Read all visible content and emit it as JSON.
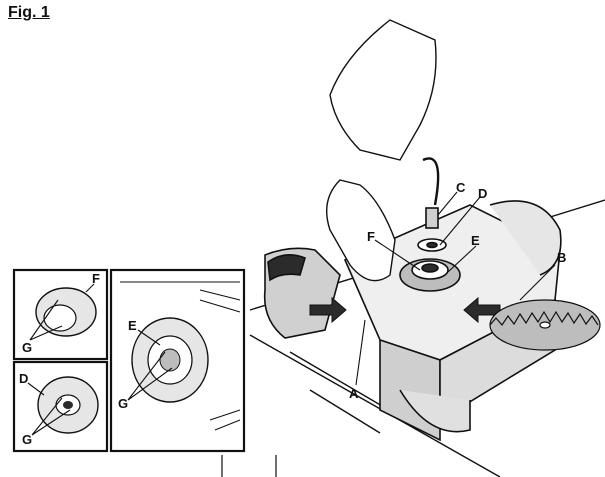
{
  "figure": {
    "title": "Fig. 1"
  },
  "callouts": {
    "A": "A",
    "B": "B",
    "C": "C",
    "D": "D",
    "E": "E",
    "F": "F"
  },
  "insets": {
    "top_left": {
      "labels": [
        "F",
        "G"
      ]
    },
    "bottom_left": {
      "labels": [
        "D",
        "G"
      ]
    },
    "right": {
      "labels": [
        "E",
        "G"
      ]
    }
  },
  "colors": {
    "line": "#111111",
    "fill_light": "#e6e6e6",
    "fill_mid": "#bdbdbd",
    "fill_dark": "#2b2b2b"
  }
}
